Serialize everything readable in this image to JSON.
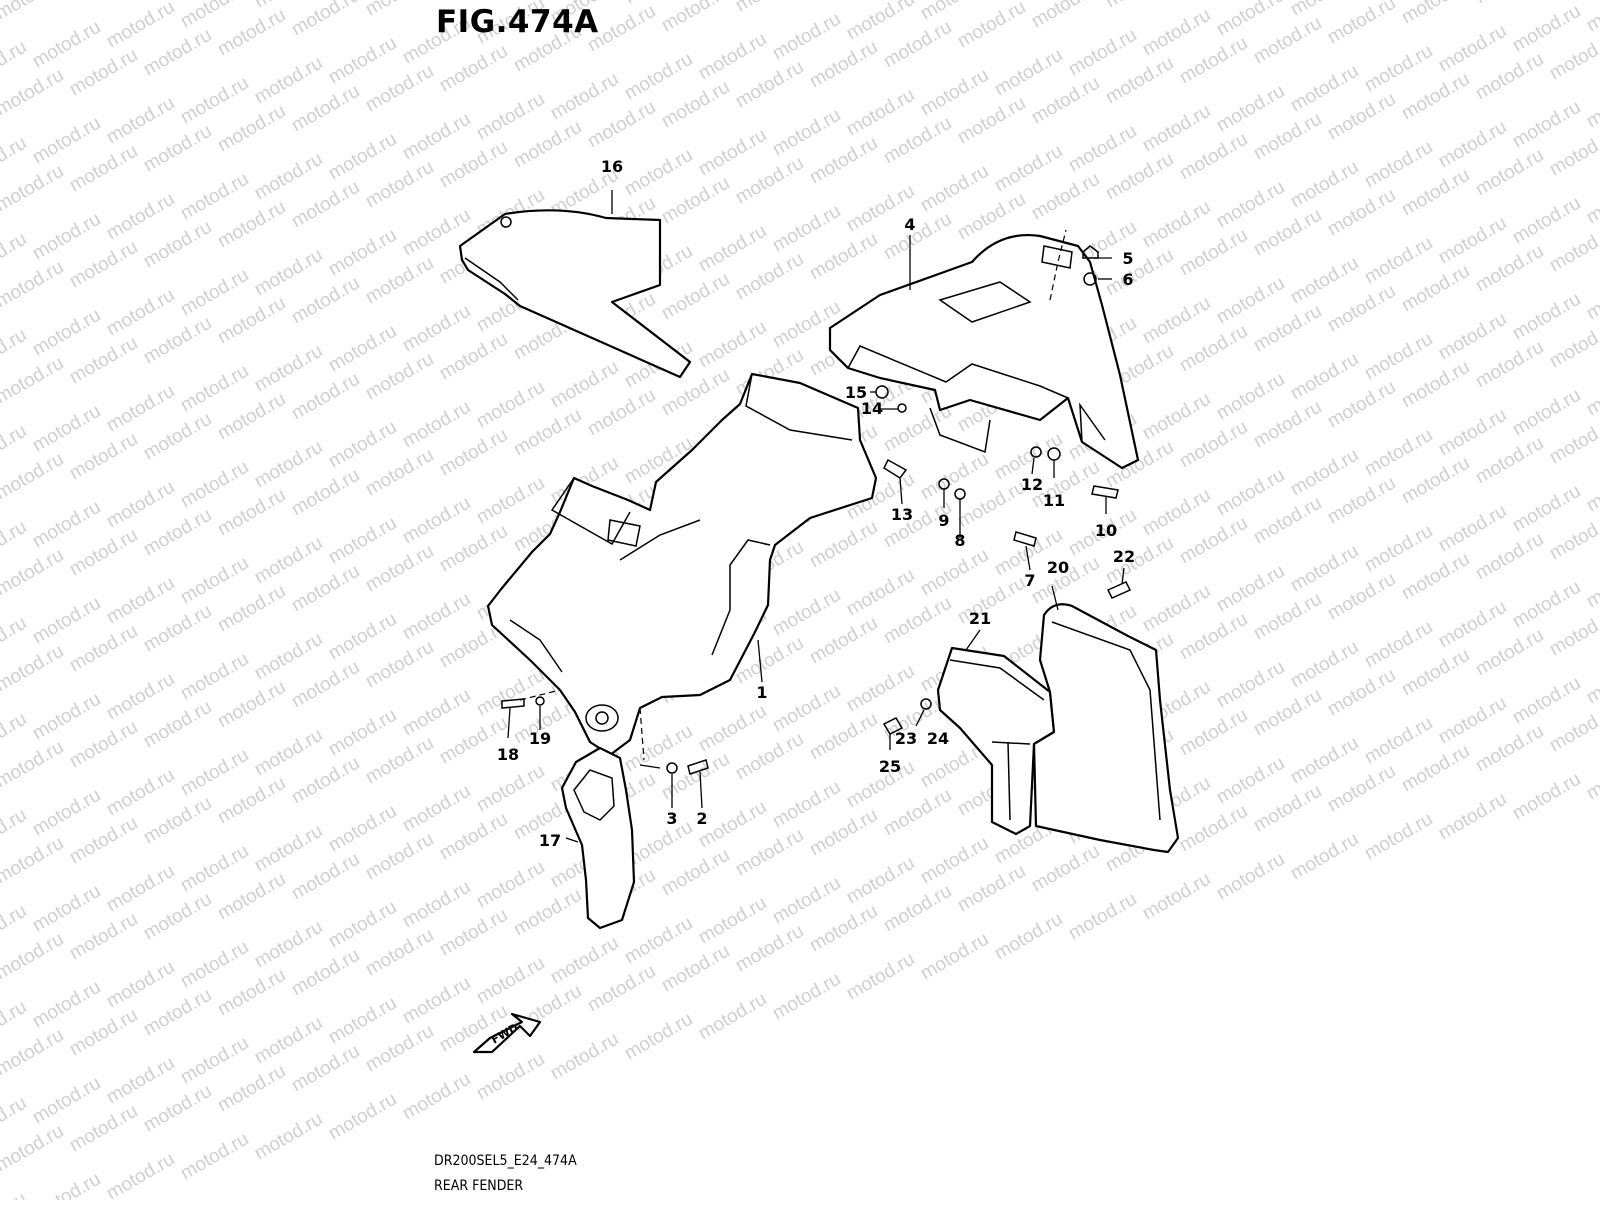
{
  "figure": {
    "title": "FIG.474A",
    "code": "DR200SEL5_E24_474A",
    "caption": "REAR FENDER"
  },
  "watermark": {
    "text": "motod.ru"
  },
  "direction_label": "FWD",
  "callouts": [
    {
      "label": "1"
    },
    {
      "label": "2"
    },
    {
      "label": "3"
    },
    {
      "label": "4"
    },
    {
      "label": "5"
    },
    {
      "label": "6"
    },
    {
      "label": "7"
    },
    {
      "label": "8"
    },
    {
      "label": "9"
    },
    {
      "label": "10"
    },
    {
      "label": "11"
    },
    {
      "label": "12"
    },
    {
      "label": "13"
    },
    {
      "label": "14"
    },
    {
      "label": "15"
    },
    {
      "label": "16"
    },
    {
      "label": "17"
    },
    {
      "label": "18"
    },
    {
      "label": "19"
    },
    {
      "label": "20"
    },
    {
      "label": "21"
    },
    {
      "label": "22"
    },
    {
      "label": "23"
    },
    {
      "label": "24"
    },
    {
      "label": "25"
    }
  ]
}
